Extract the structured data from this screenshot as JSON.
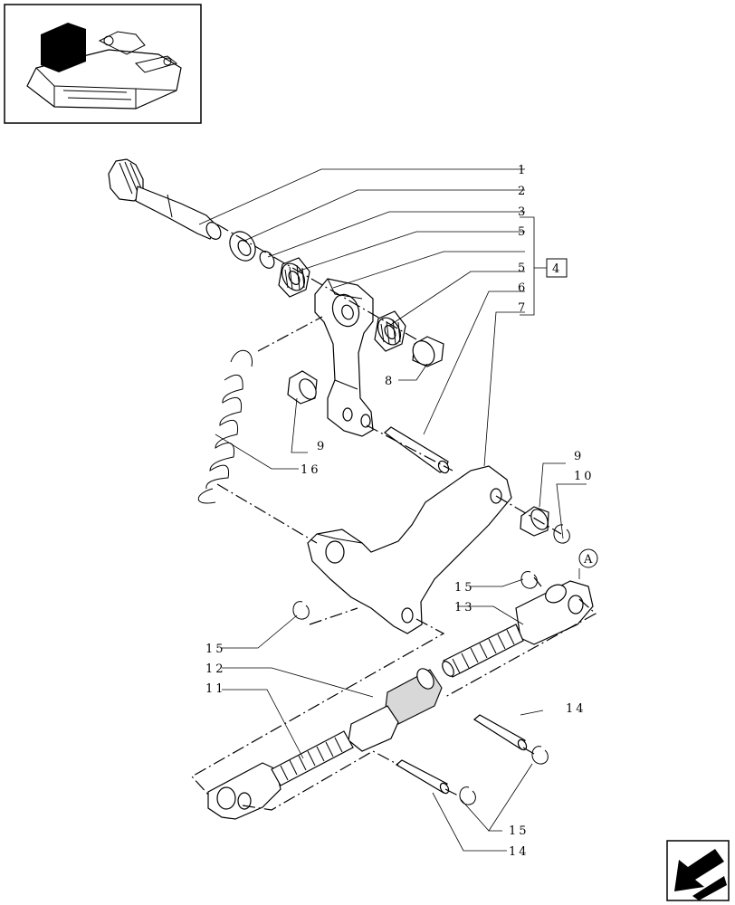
{
  "callouts": {
    "c1": "1",
    "c2": "2",
    "c3": "3",
    "c5a": "5",
    "c5b": "5",
    "c6": "6",
    "c7": "7",
    "c4": "4",
    "c8": "8",
    "c9a": "9",
    "c9b": "9",
    "c10": "10",
    "c16": "16",
    "c15a": "15",
    "c15b": "15",
    "c15c": "15",
    "c13": "13",
    "c12": "12",
    "c11": "11",
    "c14a": "14",
    "c14b": "14",
    "cA": "A"
  },
  "icons": {
    "thumbnail": "assembly-thumbnail-icon",
    "next": "next-page-arrow-icon"
  }
}
